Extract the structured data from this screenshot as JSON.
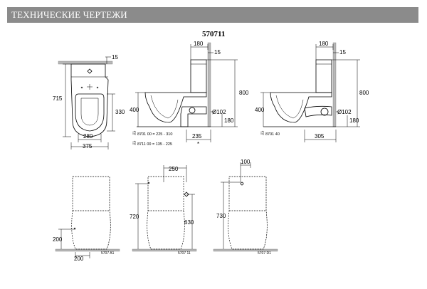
{
  "header": {
    "title": "ТЕХНИЧЕСКИЕ ЧЕРТЕЖИ"
  },
  "model": "570711",
  "top_view": {
    "dims": {
      "top_gap": "15",
      "height": "715",
      "seat": "330",
      "inner_width": "280",
      "outer_width": "375"
    }
  },
  "side_view_1": {
    "dims": {
      "top": "180",
      "top_gap": "15",
      "height": "800",
      "seat_height": "400",
      "pipe": "Ø102",
      "pipe_height": "180",
      "offset": "235"
    },
    "notes": [
      "8701 00  = 225 - 310",
      "8711 00  = 135 - 225"
    ],
    "star": "*"
  },
  "side_view_2": {
    "dims": {
      "top": "180",
      "top_gap": "15",
      "height": "800",
      "seat_height": "400",
      "pipe": "Ø102",
      "pipe_height": "180",
      "offset": "305"
    },
    "note": "8701 40"
  },
  "bottom_views": [
    {
      "code": "5707 A1",
      "dims": {
        "height": "200",
        "width": "200"
      }
    },
    {
      "code": "5707 11",
      "dims": {
        "top": "250",
        "left_height": "720",
        "right_height": "630"
      }
    },
    {
      "code": "5707 D1",
      "dims": {
        "top": "100",
        "height": "730"
      }
    }
  ]
}
